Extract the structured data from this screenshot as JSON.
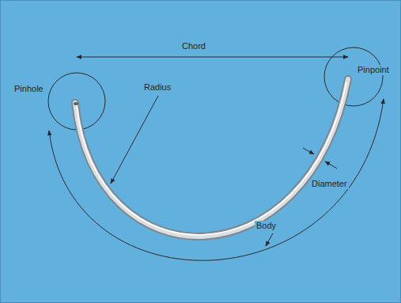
{
  "diagram": {
    "labels": [
      "Chord",
      "Pinhole",
      "Radius",
      "Pinpoint",
      "Diameter",
      "Body"
    ]
  }
}
